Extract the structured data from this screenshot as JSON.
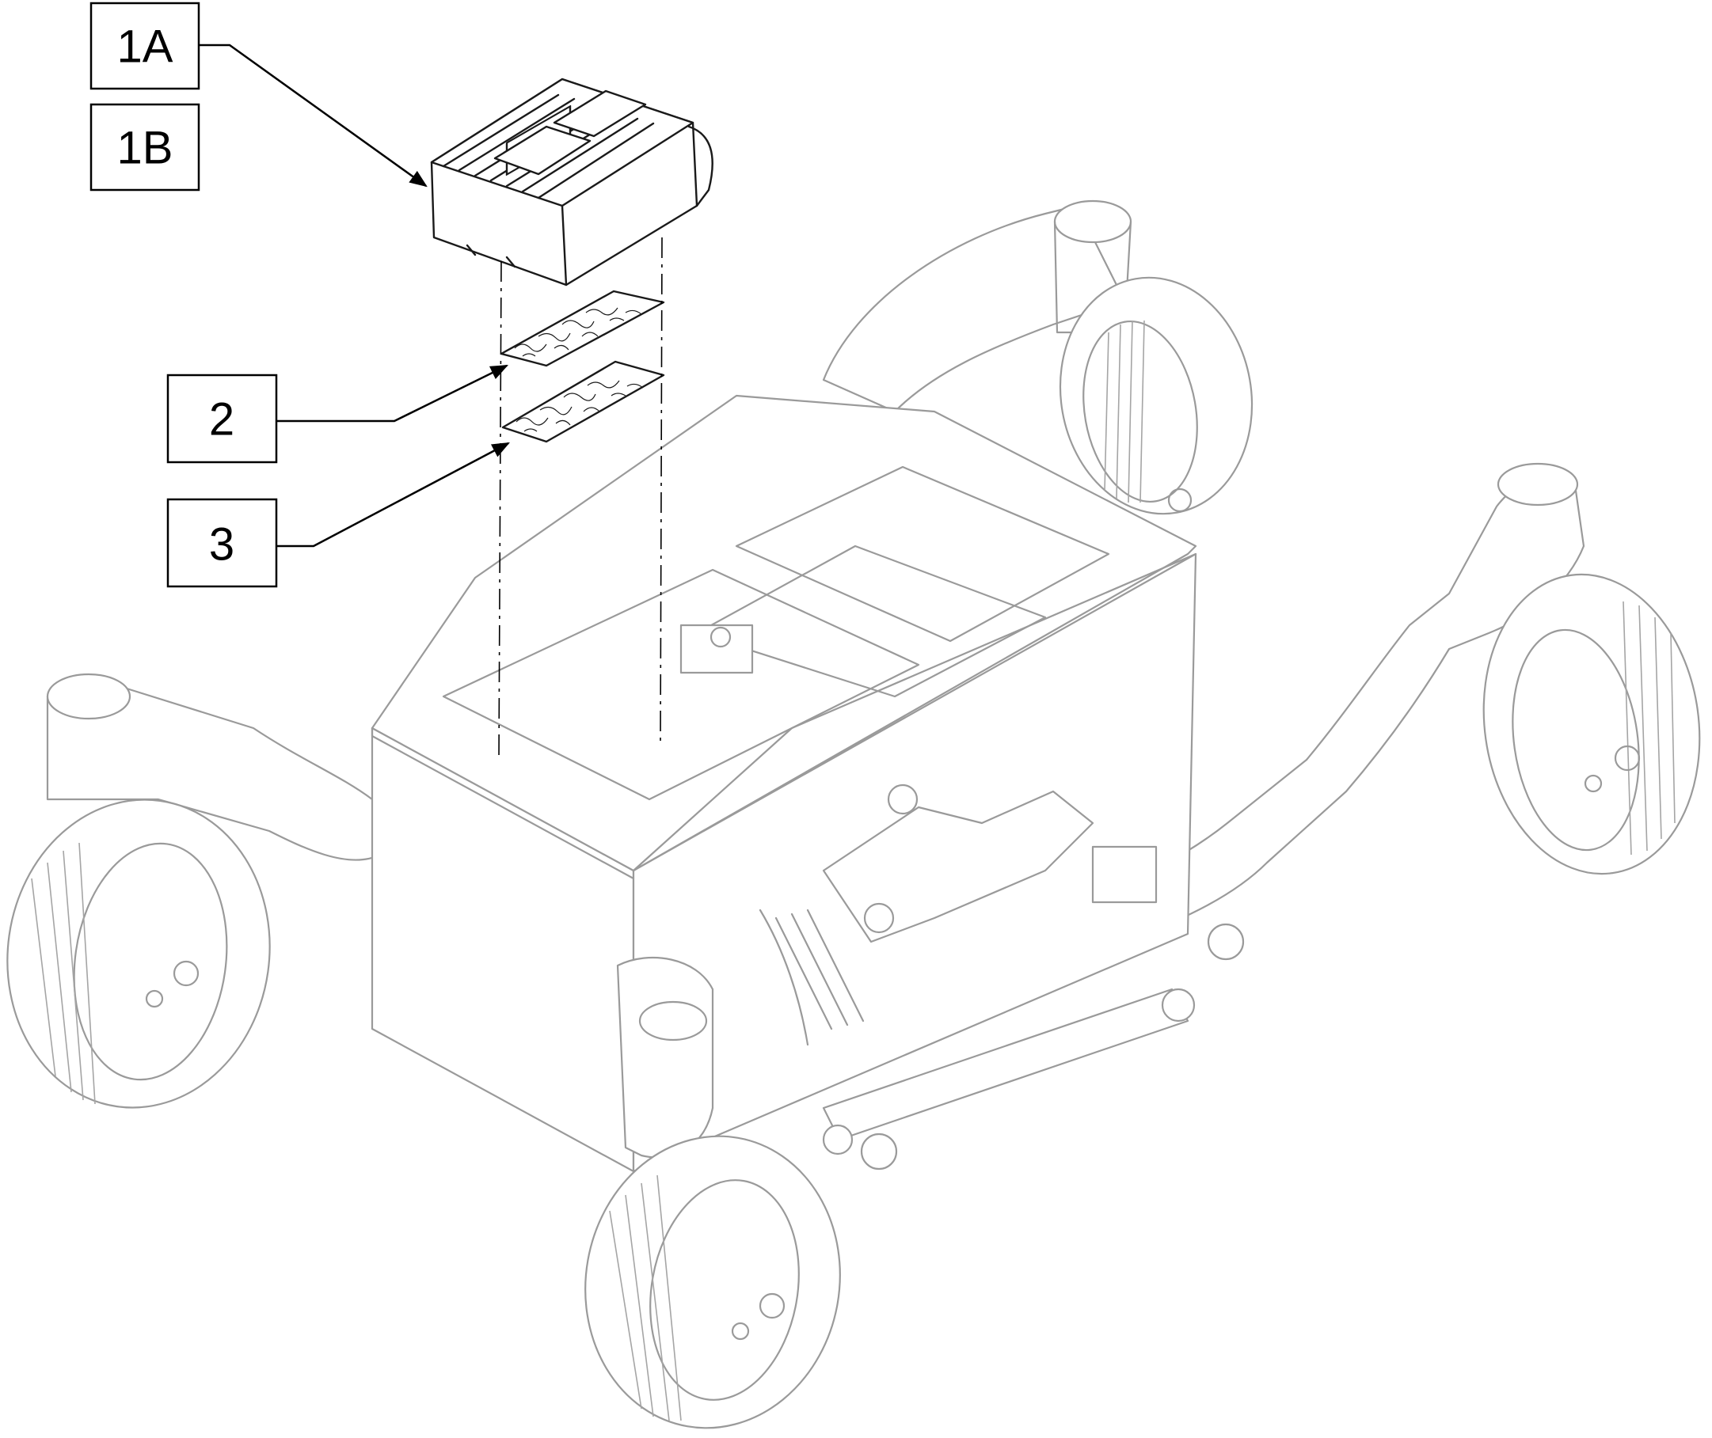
{
  "callouts": [
    {
      "id": "1A",
      "label": "1A"
    },
    {
      "id": "1B",
      "label": "1B"
    },
    {
      "id": "2",
      "label": "2"
    },
    {
      "id": "3",
      "label": "3"
    }
  ],
  "colors": {
    "callout_line": "#000000",
    "highlighted_part": "#1a1a1a",
    "base_assembly": "#9a9a9a",
    "background": "#ffffff"
  },
  "icons": {
    "controller": "controller-module-icon",
    "foam_pads": "foam-pad-icon",
    "chassis": "power-chair-base-icon",
    "wheels": "caster-wheel-icon"
  }
}
